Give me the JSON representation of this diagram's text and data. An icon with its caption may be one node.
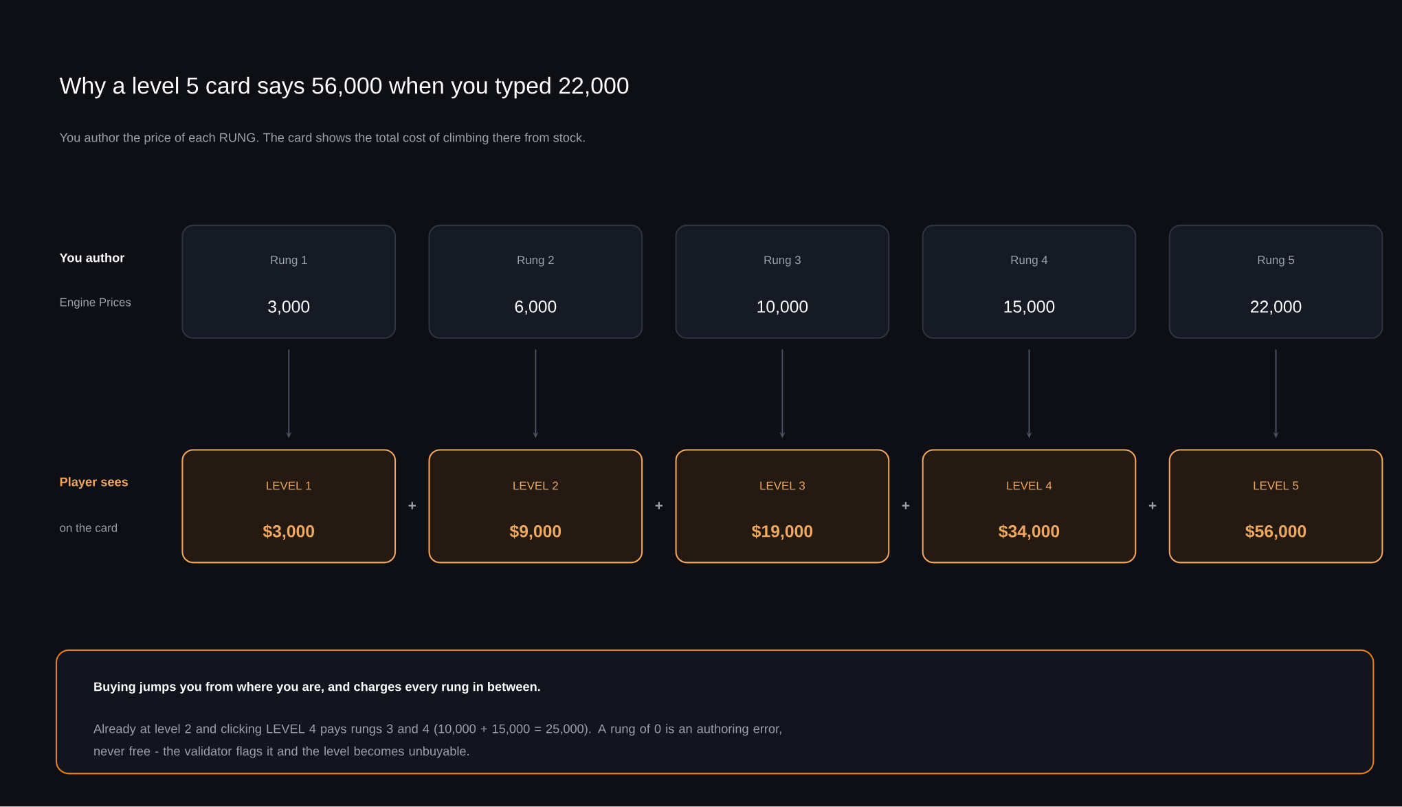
{
  "diagram": {
    "title": "Why a level 5 card says 56,000 when you typed 22,000",
    "nodes": [
      {
        "text": [
          "Rung 1",
          "3,000"
        ]
      },
      {
        "text": [
          "Rung 2",
          "6,000"
        ]
      },
      {
        "text": [
          "Rung 3",
          "10,000"
        ]
      },
      {
        "text": [
          "Rung 4",
          "15,000"
        ]
      },
      {
        "text": [
          "Rung 5",
          "22,000"
        ]
      },
      {
        "text": [
          "LEVEL 1",
          "$3,000"
        ]
      },
      {
        "text": [
          "LEVEL 2",
          "$9,000"
        ]
      },
      {
        "text": [
          "LEVEL 3",
          "$19,000"
        ]
      },
      {
        "text": [
          "LEVEL 4",
          "$34,000"
        ]
      },
      {
        "text": [
          "LEVEL 5",
          "$56,000"
        ]
      },
      {
        "text": [
          "Buying jumps you from where you are, and charges every rung in between.",
          "Already at level 2 and clicking LEVEL 4 pays rungs 3 and 4 (10,000 + 15,000 = 25,000). A rung of 0 is an authoring error, never free - the validator flags it and the level becomes unbuyable."
        ]
      }
    ],
    "edges": [
      {
        "from": 0,
        "to": 5,
        "arrow": "to"
      },
      {
        "from": 1,
        "to": 6,
        "arrow": "to"
      },
      {
        "from": 2,
        "to": 7,
        "arrow": "to"
      },
      {
        "from": 3,
        "to": 8,
        "arrow": "to"
      },
      {
        "from": 4,
        "to": 9,
        "arrow": "to"
      }
    ],
    "labels": [
      "You author the price of each RUNG. The card shows the total cost of climbing there from stock.",
      "You author",
      "Engine Prices",
      "Player sees",
      "on the card",
      "+",
      "+",
      "+",
      "+"
    ]
  }
}
